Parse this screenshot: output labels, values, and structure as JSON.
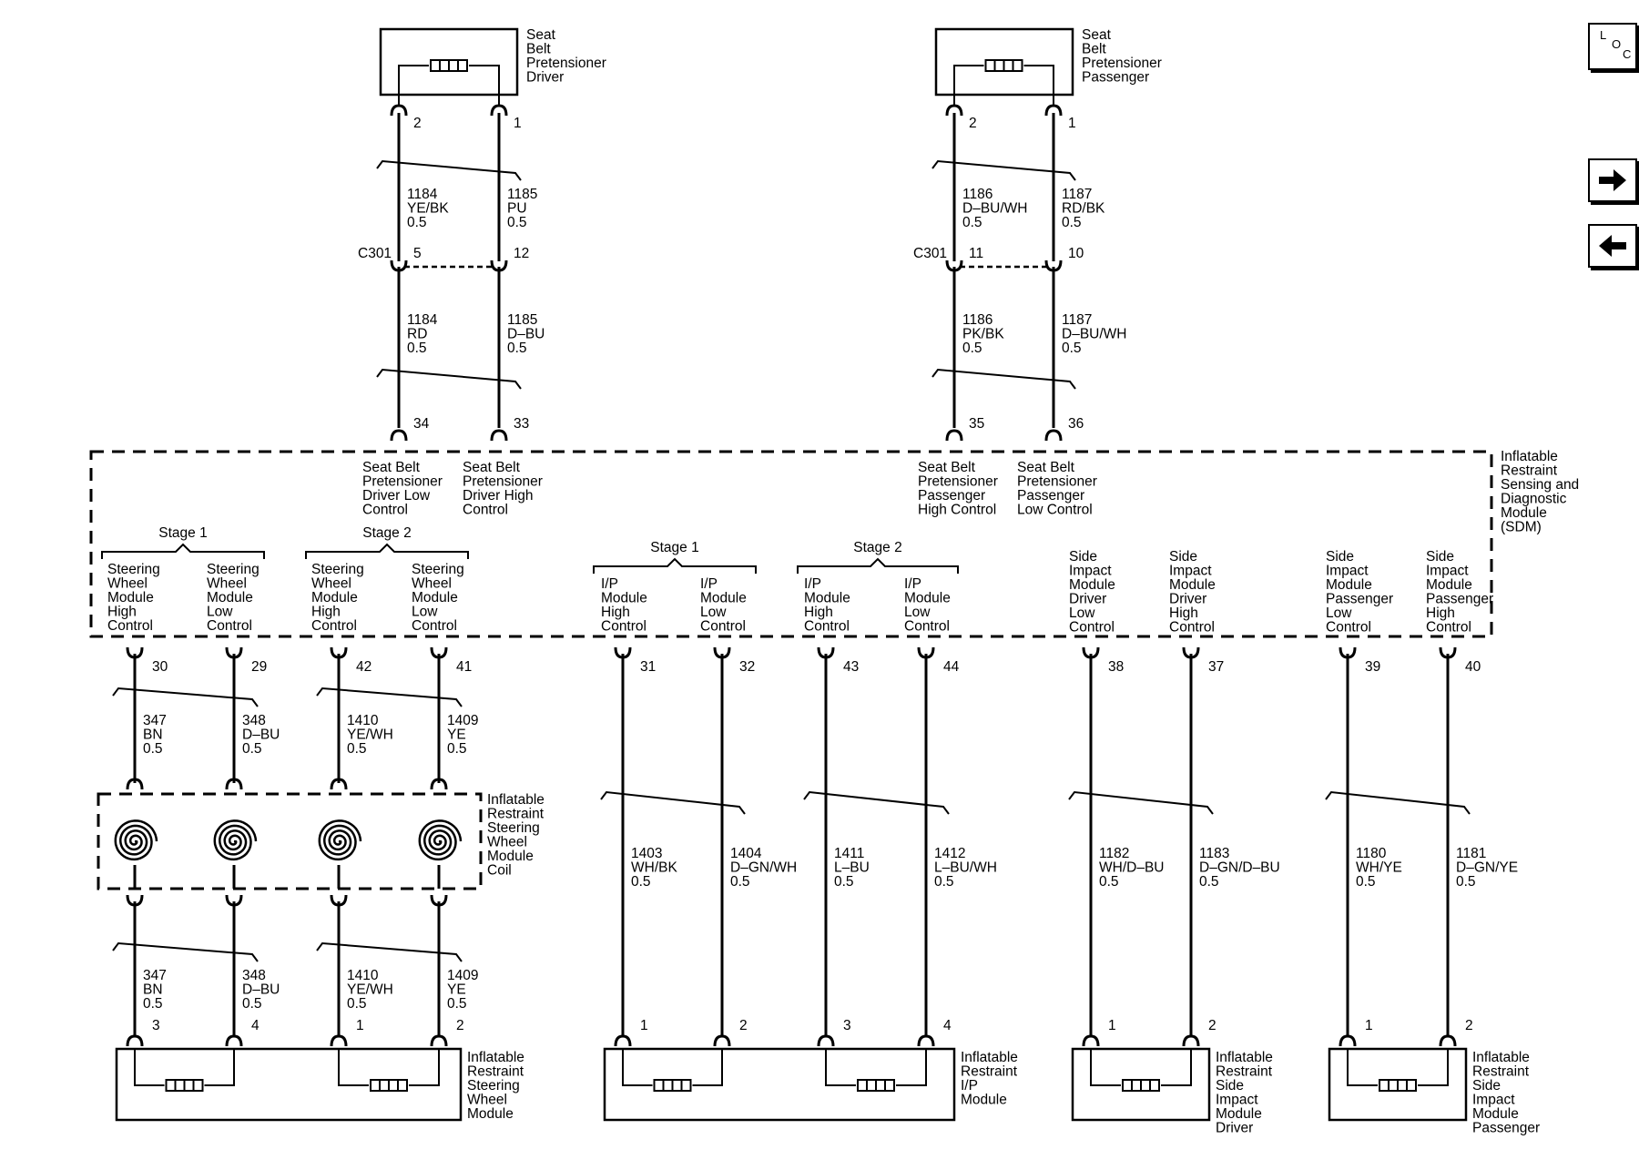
{
  "nav": {
    "loc_letters": [
      "L",
      "O",
      "C"
    ]
  },
  "components": {
    "pret_driver": [
      "Seat",
      "Belt",
      "Pretensioner",
      "Driver"
    ],
    "pret_passenger": [
      "Seat",
      "Belt",
      "Pretensioner",
      "Passenger"
    ],
    "sdm": [
      "Inflatable",
      "Restraint",
      "Sensing and",
      "Diagnostic",
      "Module",
      "(SDM)"
    ],
    "coil": [
      "Inflatable",
      "Restraint",
      "Steering",
      "Wheel",
      "Module",
      "Coil"
    ],
    "sw_module": [
      "Inflatable",
      "Restraint",
      "Steering",
      "Wheel",
      "Module"
    ],
    "ip_module": [
      "Inflatable",
      "Restraint",
      "I/P",
      "Module"
    ],
    "side_driver": [
      "Inflatable",
      "Restraint",
      "Side",
      "Impact",
      "Module",
      "Driver"
    ],
    "side_passenger": [
      "Inflatable",
      "Restraint",
      "Side",
      "Impact",
      "Module",
      "Passenger"
    ]
  },
  "connector_label": "C301",
  "top_wires": [
    {
      "pin_top": "2",
      "upper": [
        "1184",
        "YE/BK",
        "0.5"
      ],
      "c301_pin": "5",
      "lower": [
        "1184",
        "RD",
        "0.5"
      ],
      "sdm_pin": "34",
      "func": [
        "Seat Belt",
        "Pretensioner",
        "Driver Low",
        "Control"
      ]
    },
    {
      "pin_top": "1",
      "upper": [
        "1185",
        "PU",
        "0.5"
      ],
      "c301_pin": "12",
      "lower": [
        "1185",
        "D–BU",
        "0.5"
      ],
      "sdm_pin": "33",
      "func": [
        "Seat Belt",
        "Pretensioner",
        "Driver High",
        "Control"
      ]
    },
    {
      "pin_top": "2",
      "upper": [
        "1186",
        "D–BU/WH",
        "0.5"
      ],
      "c301_pin": "11",
      "lower": [
        "1186",
        "PK/BK",
        "0.5"
      ],
      "sdm_pin": "35",
      "func": [
        "Seat Belt",
        "Pretensioner",
        "Passenger",
        "High Control"
      ]
    },
    {
      "pin_top": "1",
      "upper": [
        "1187",
        "RD/BK",
        "0.5"
      ],
      "c301_pin": "10",
      "lower": [
        "1187",
        "D–BU/WH",
        "0.5"
      ],
      "sdm_pin": "36",
      "func": [
        "Seat Belt",
        "Pretensioner",
        "Passenger",
        "Low Control"
      ]
    }
  ],
  "stages": [
    "Stage 1",
    "Stage 2",
    "Stage 1",
    "Stage 2"
  ],
  "steering_wires": [
    {
      "func": [
        "Steering",
        "Wheel",
        "Module",
        "High",
        "Control"
      ],
      "sdm_pin": "30",
      "label": [
        "347",
        "BN",
        "0.5"
      ],
      "pin_bottom": "3"
    },
    {
      "func": [
        "Steering",
        "Wheel",
        "Module",
        "Low",
        "Control"
      ],
      "sdm_pin": "29",
      "label": [
        "348",
        "D–BU",
        "0.5"
      ],
      "pin_bottom": "4"
    },
    {
      "func": [
        "Steering",
        "Wheel",
        "Module",
        "High",
        "Control"
      ],
      "sdm_pin": "42",
      "label": [
        "1410",
        "YE/WH",
        "0.5"
      ],
      "pin_bottom": "1"
    },
    {
      "func": [
        "Steering",
        "Wheel",
        "Module",
        "Low",
        "Control"
      ],
      "sdm_pin": "41",
      "label": [
        "1409",
        "YE",
        "0.5"
      ],
      "pin_bottom": "2"
    }
  ],
  "long_wires": [
    {
      "func": [
        "I/P",
        "Module",
        "High",
        "Control"
      ],
      "sdm_pin": "31",
      "label": [
        "1403",
        "WH/BK",
        "0.5"
      ],
      "pin_bottom": "1"
    },
    {
      "func": [
        "I/P",
        "Module",
        "Low",
        "Control"
      ],
      "sdm_pin": "32",
      "label": [
        "1404",
        "D–GN/WH",
        "0.5"
      ],
      "pin_bottom": "2"
    },
    {
      "func": [
        "I/P",
        "Module",
        "High",
        "Control"
      ],
      "sdm_pin": "43",
      "label": [
        "1411",
        "L–BU",
        "0.5"
      ],
      "pin_bottom": "3"
    },
    {
      "func": [
        "I/P",
        "Module",
        "Low",
        "Control"
      ],
      "sdm_pin": "44",
      "label": [
        "1412",
        "L–BU/WH",
        "0.5"
      ],
      "pin_bottom": "4"
    },
    {
      "func": [
        "Side",
        "Impact",
        "Module",
        "Driver",
        "Low",
        "Control"
      ],
      "sdm_pin": "38",
      "label": [
        "1182",
        "WH/D–BU",
        "0.5"
      ],
      "pin_bottom": "1"
    },
    {
      "func": [
        "Side",
        "Impact",
        "Module",
        "Driver",
        "High",
        "Control"
      ],
      "sdm_pin": "37",
      "label": [
        "1183",
        "D–GN/D–BU",
        "0.5"
      ],
      "pin_bottom": "2"
    },
    {
      "func": [
        "Side",
        "Impact",
        "Module",
        "Passenger",
        "Low",
        "Control"
      ],
      "sdm_pin": "39",
      "label": [
        "1180",
        "WH/YE",
        "0.5"
      ],
      "pin_bottom": "1"
    },
    {
      "func": [
        "Side",
        "Impact",
        "Module",
        "Passenger",
        "High",
        "Control"
      ],
      "sdm_pin": "40",
      "label": [
        "1181",
        "D–GN/YE",
        "0.5"
      ],
      "pin_bottom": "2"
    }
  ]
}
